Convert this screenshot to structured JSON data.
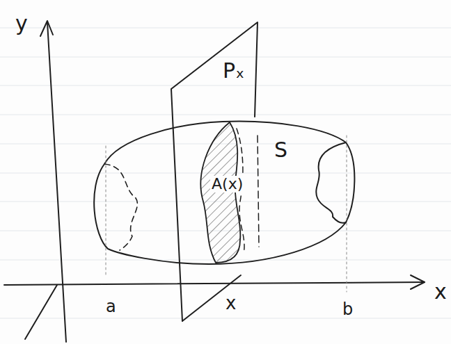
{
  "diagram": {
    "labels": [
      "y",
      "x",
      "Pₓ",
      "S",
      "A(x)",
      "a",
      "x",
      "b"
    ]
  }
}
